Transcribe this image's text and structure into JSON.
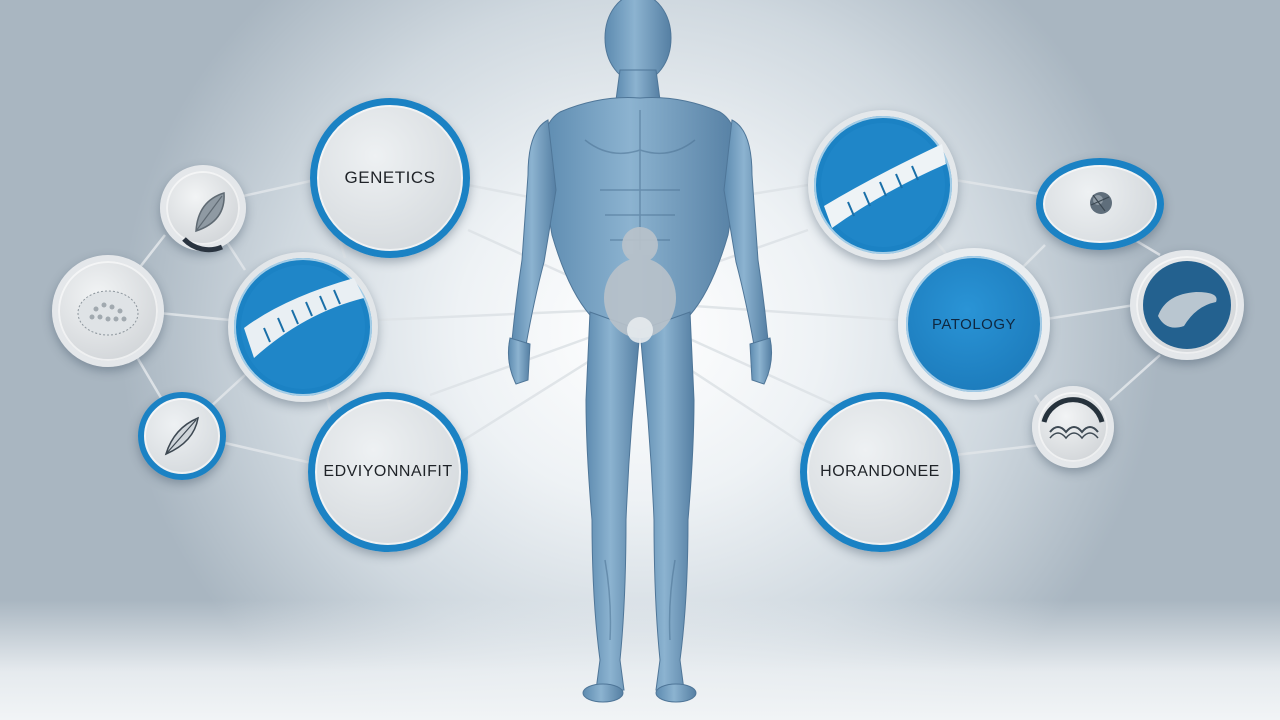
{
  "nodes": {
    "genetics": {
      "label": "GENETICS"
    },
    "environment": {
      "label": "EDVIYONNAIFIT"
    },
    "pathology": {
      "label": "PATOLOGY"
    },
    "hormones": {
      "label": "HORANDONEE"
    }
  },
  "colors": {
    "accent": "#1b82c4",
    "figure": "#6f9bbd",
    "connector": "#d7dde2"
  },
  "icons": [
    "leaf-icon",
    "cell-cluster-icon",
    "dna-helix-icon",
    "feather-icon",
    "dna-helix-icon",
    "brain-icon",
    "liver-icon",
    "tissue-icon",
    "human-figure"
  ]
}
